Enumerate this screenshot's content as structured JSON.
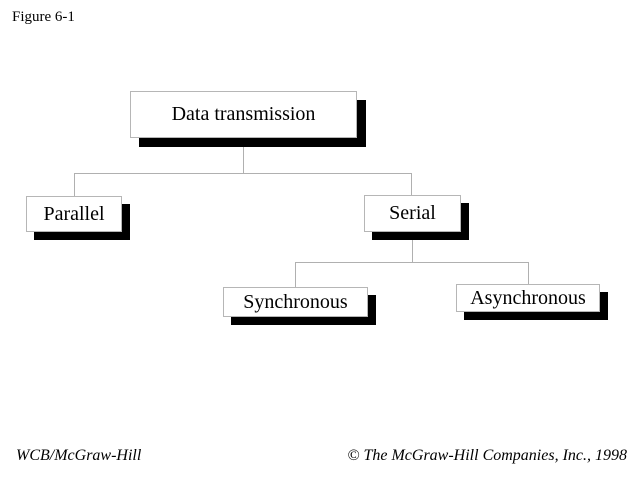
{
  "figure_label": "Figure 6-1",
  "diagram": {
    "type": "tree",
    "nodes": {
      "root": {
        "label": "Data transmission"
      },
      "parallel": {
        "label": "Parallel"
      },
      "serial": {
        "label": "Serial"
      },
      "synchronous": {
        "label": "Synchronous"
      },
      "asynchronous": {
        "label": "Asynchronous"
      }
    },
    "hierarchy": {
      "Data transmission": [
        "Parallel",
        "Serial"
      ],
      "Serial": [
        "Synchronous",
        "Asynchronous"
      ]
    }
  },
  "footer": {
    "left": "WCB/McGraw-Hill",
    "right": "© The McGraw-Hill Companies, Inc., 1998"
  },
  "colors": {
    "background": "#ffffff",
    "box_fill": "#ffffff",
    "box_border": "#b6b6b6",
    "box_shadow": "#000000",
    "connector": "#b0b0b0",
    "text": "#000000"
  }
}
